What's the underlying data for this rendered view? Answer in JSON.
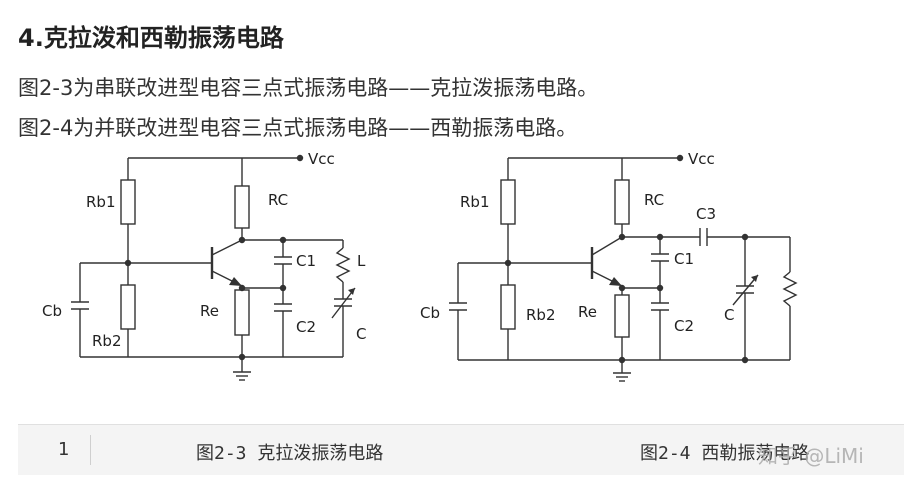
{
  "section": {
    "title": "4.克拉泼和西勒振荡电路",
    "lines": [
      "图2-3为串联改进型电容三点式振荡电路——克拉泼振荡电路。",
      "图2-4为并联改进型电容三点式振荡电路——西勒振荡电路。"
    ]
  },
  "circuit_a": {
    "labels": {
      "vcc": "Vcc",
      "rb1": "Rb1",
      "rc": "RC",
      "cb": "Cb",
      "rb2": "Rb2",
      "re": "Re",
      "c1": "C1",
      "c2": "C2",
      "l": "L",
      "c": "C"
    }
  },
  "circuit_b": {
    "labels": {
      "vcc": "Vcc",
      "rb1": "Rb1",
      "rc": "RC",
      "c3": "C3",
      "c1": "C1",
      "cb": "Cb",
      "rb2": "Rb2",
      "re": "Re",
      "c2": "C2",
      "c": "C"
    }
  },
  "captions": {
    "index": "1",
    "fig_a": "图2-3 克拉泼振荡电路",
    "fig_b": "图2-4 西勒振荡电路"
  },
  "watermark": "知乎 @LiMi"
}
